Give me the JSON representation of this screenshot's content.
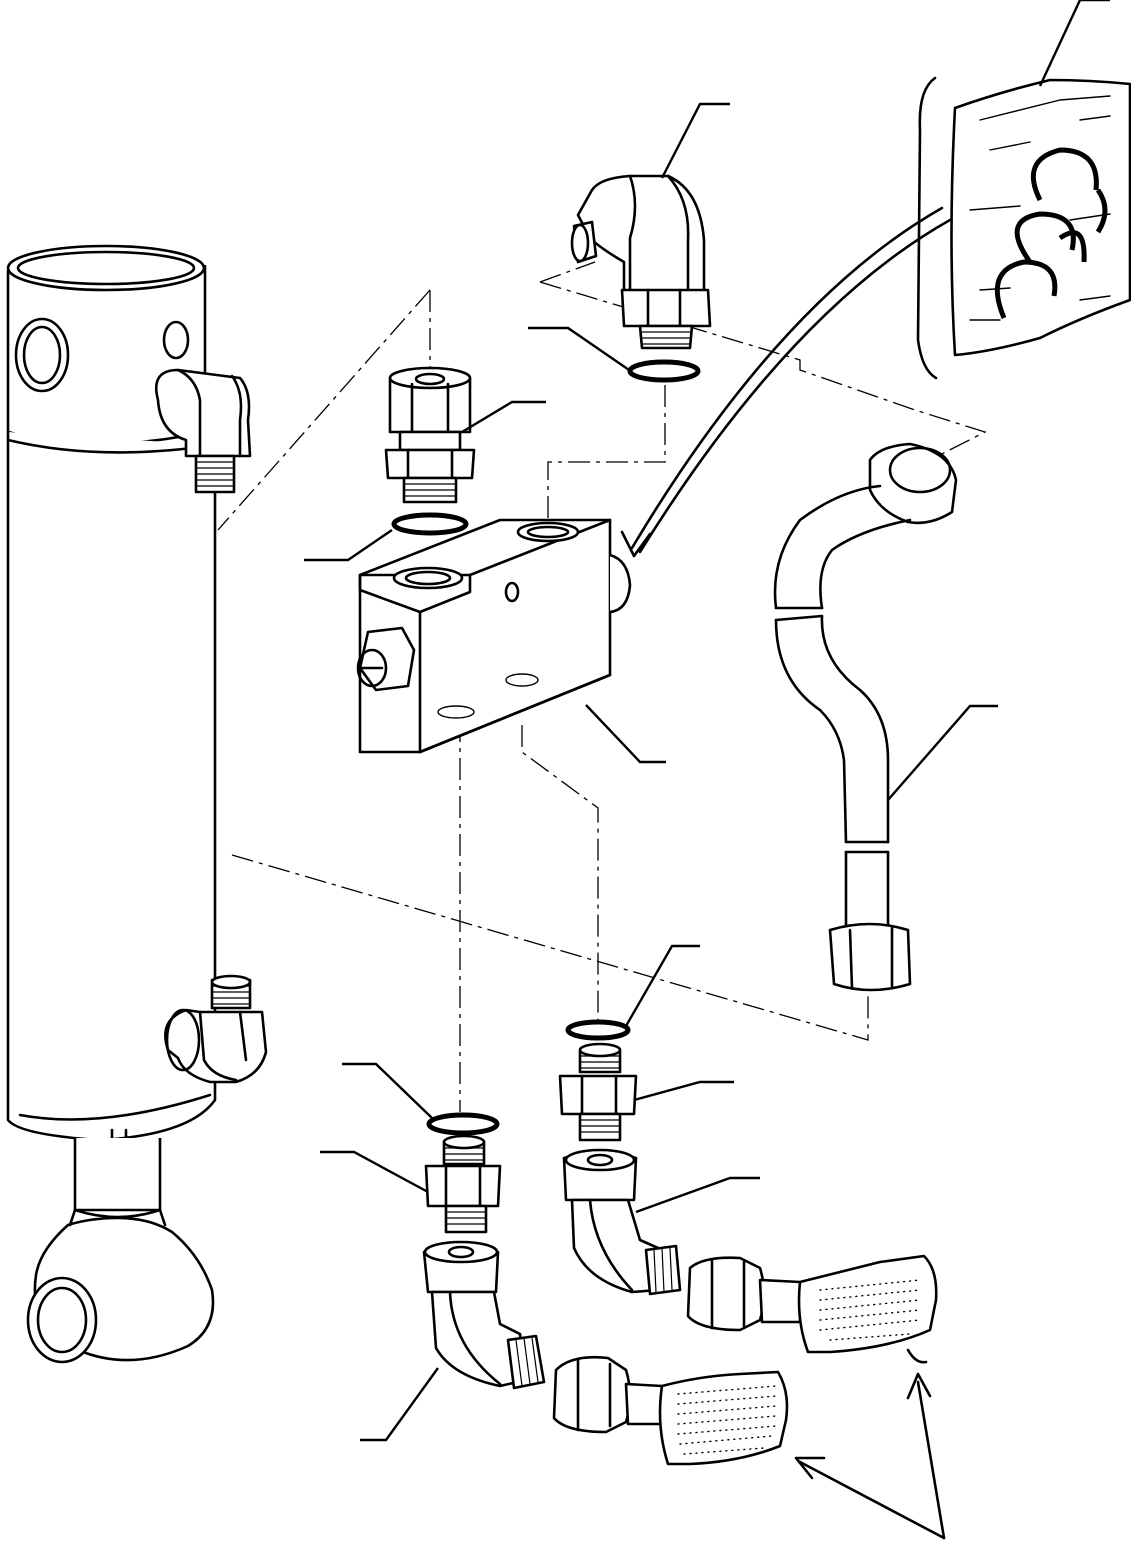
{
  "diagram": {
    "kind": "exploded hydraulic parts view",
    "text_labels": [],
    "components": [
      "hydraulic-cylinder",
      "valve-block",
      "elbow-fitting-top",
      "adapter-fitting-top",
      "o-ring",
      "seal-kit-bag",
      "rigid-tube",
      "adapter-fitting",
      "elbow-fitting",
      "hose-assembly"
    ],
    "colors": {
      "line": "#000000",
      "background": "#ffffff"
    }
  }
}
